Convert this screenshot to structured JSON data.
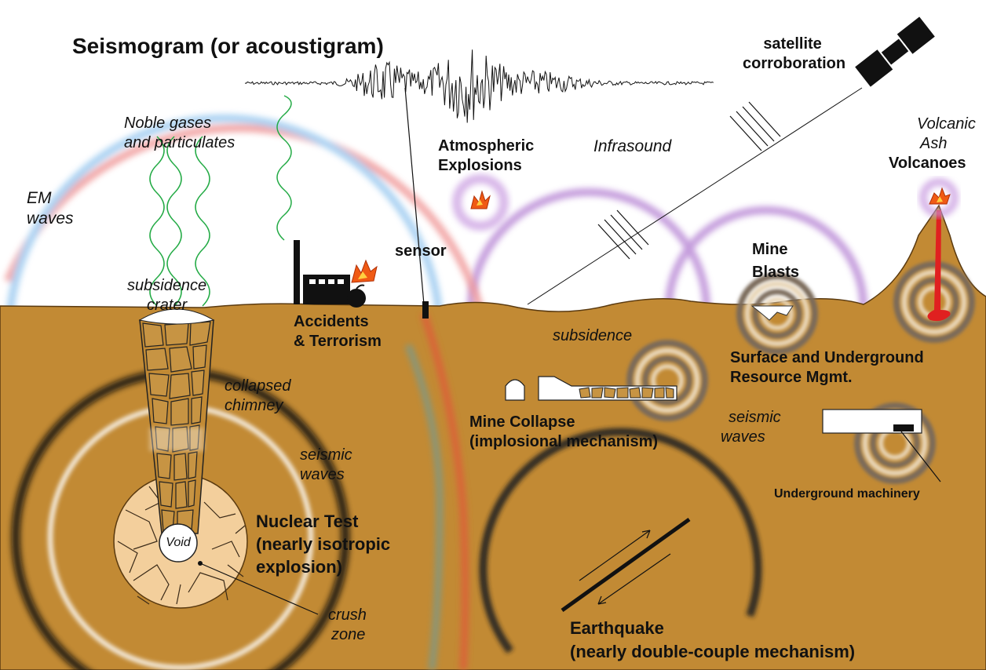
{
  "title": "Seismogram (or acoustigram)",
  "labels": {
    "satellite": [
      "satellite",
      "corroboration"
    ],
    "noble_gases": [
      "Noble gases",
      "and particulates"
    ],
    "em_waves": [
      "EM",
      "waves"
    ],
    "atmospheric_explosions": [
      "Atmospheric",
      "Explosions"
    ],
    "infrasound": "Infrasound",
    "volcanic_ash": [
      "Volcanic",
      "Ash"
    ],
    "volcanoes": "Volcanoes",
    "sensor": "sensor",
    "mine_blasts": [
      "Mine",
      "Blasts"
    ],
    "subsidence_crater": [
      "subsidence",
      "crater"
    ],
    "accidents": [
      "Accidents",
      "& Terrorism"
    ],
    "subsidence": "subsidence",
    "surface_underground": [
      "Surface and Underground",
      "Resource Mgmt."
    ],
    "collapsed_chimney": [
      "collapsed",
      "chimney"
    ],
    "mine_collapse": [
      "Mine Collapse",
      "(implosional mechanism)"
    ],
    "seismic_waves_right": [
      "seismic",
      "waves"
    ],
    "seismic_waves_left": [
      "seismic",
      "waves"
    ],
    "underground_machinery": "Underground machinery",
    "nuclear_test": [
      "Nuclear Test",
      "(nearly isotropic",
      "explosion)"
    ],
    "void": "Void",
    "crush_zone": [
      "crush",
      "zone"
    ],
    "earthquake": [
      "Earthquake",
      "(nearly double-couple mechanism)"
    ]
  },
  "colors": {
    "ground": "#c28a34",
    "ground_edge": "#8a5a18",
    "infrasound": "#b07ad0",
    "em_red": "#f08a8a",
    "em_blue": "#8ec6ee",
    "gas": "#22aa44",
    "magma": "#e02020",
    "fire": "#f05a14",
    "crush_zone": "#f3cf9c"
  },
  "icons": [
    "satellite-icon",
    "fire-icon",
    "factory-icon",
    "bomb-icon",
    "volcano-icon"
  ]
}
